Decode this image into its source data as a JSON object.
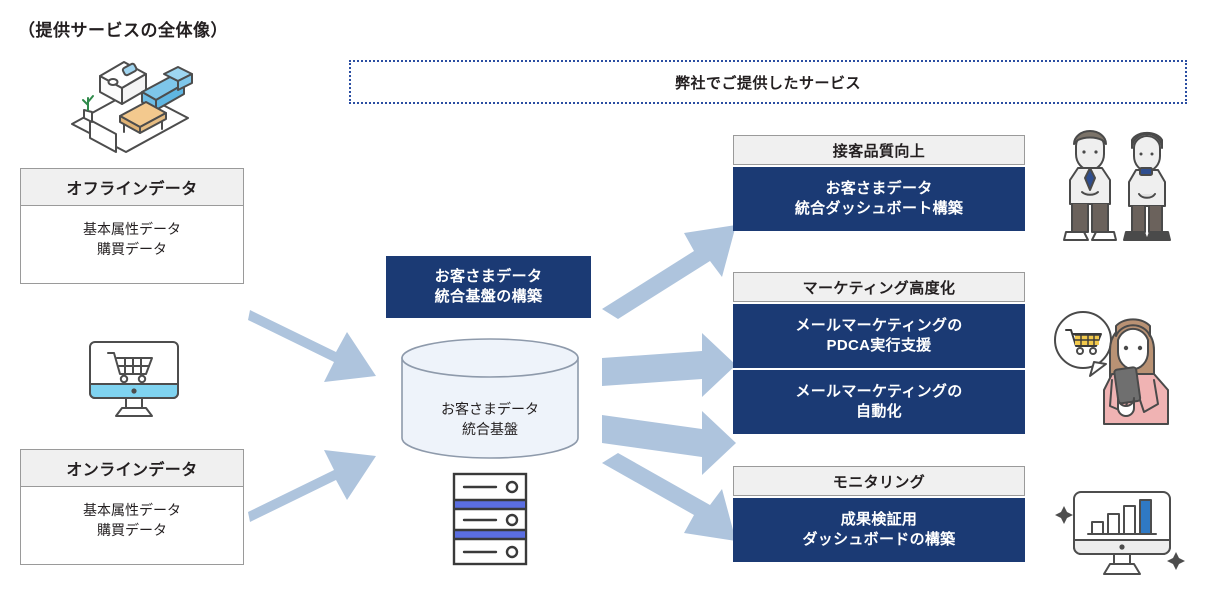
{
  "page": {
    "title": "（提供サービスの全体像）"
  },
  "banner": {
    "label": "弊社でご提供したサービス"
  },
  "colors": {
    "navy": "#1b3a74",
    "banner_border": "#2b4ea2",
    "box_border": "#9a9a9a",
    "header_fill": "#f0f0f0",
    "arrow": "#aec4dd",
    "cylinder_fill": "#eef3fa",
    "accent_blue": "#5b6ee1",
    "monitor_blue": "#7fd3f0"
  },
  "sources": [
    {
      "icon": "living-room-icon",
      "title": "オフラインデータ",
      "lines": [
        "基本属性データ",
        "購買データ"
      ]
    },
    {
      "icon": "online-shopping-monitor-icon",
      "title": "オンラインデータ",
      "lines": [
        "基本属性データ",
        "購買データ"
      ]
    }
  ],
  "center": {
    "caption_lines": [
      "お客さまデータ",
      "統合基盤の構築"
    ],
    "cylinder_lines": [
      "お客さまデータ",
      "統合基盤"
    ],
    "server_icon": "server-rack-icon"
  },
  "services": [
    {
      "header": "接客品質向上",
      "icon": "staff-people-icon",
      "items": [
        {
          "lines": [
            "お客さまデータ",
            "統合ダッシュボート構築"
          ]
        }
      ]
    },
    {
      "header": "マーケティング高度化",
      "icon": "woman-smartphone-shopping-icon",
      "items": [
        {
          "lines": [
            "メールマーケティングの",
            "PDCA実行支援"
          ]
        },
        {
          "lines": [
            "メールマーケティングの",
            "自動化"
          ]
        }
      ]
    },
    {
      "header": "モニタリング",
      "icon": "dashboard-monitor-chart-icon",
      "items": [
        {
          "lines": [
            "成果検証用",
            "ダッシュボードの構築"
          ]
        }
      ]
    }
  ],
  "arrows": {
    "inbound_count": 2,
    "outbound_count": 4
  }
}
